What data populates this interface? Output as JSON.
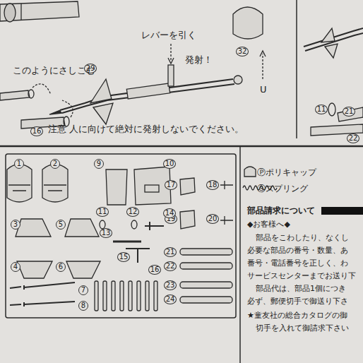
{
  "diagram": {
    "labels": [
      "29",
      "32",
      "レバーを引く",
      "このようにさしこむ",
      "発射！",
      "U",
      "11",
      "21",
      "16",
      "注意 人に向けて絶対に発射しないでください。",
      "22",
      "1",
      "2",
      "9",
      "10",
      "Ⓟポリキャップ",
      "17",
      "18",
      "Ⓢスプリング",
      "19",
      "20",
      "部品請求について",
      "3",
      "5",
      "11",
      "12",
      "14",
      "◆お客様へ◆",
      "13",
      "15",
      "部品をこわしたり、なくし",
      "4",
      "6",
      "16",
      "21",
      "必要な部品の番号・数量、あ",
      "22",
      "番号・電話番号を正しく、わ",
      "7",
      "23",
      "サービスセンターまでお送り下",
      "8",
      "24",
      "部品代は、部品1個につき",
      "必ず、郵便切手で御送り下さ",
      "★童友社の総合カタログの御",
      "切手を入れて御請求下さい"
    ]
  }
}
